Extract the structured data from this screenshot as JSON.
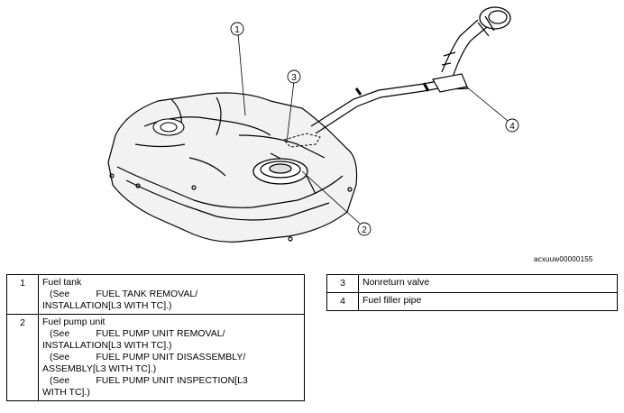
{
  "figure": {
    "reference_code": "acxuuw00000155",
    "callouts": [
      "1",
      "2",
      "3",
      "4"
    ]
  },
  "table_left": [
    {
      "num": "1",
      "lines": [
        "Fuel tank",
        "(See          FUEL TANK REMOVAL/",
        "INSTALLATION[L3 WITH TC].)"
      ]
    },
    {
      "num": "2",
      "lines": [
        "Fuel pump unit",
        "(See          FUEL PUMP UNIT REMOVAL/",
        "INSTALLATION[L3 WITH TC].)",
        "(See          FUEL PUMP UNIT DISASSEMBLY/",
        "ASSEMBLY[L3 WITH TC].)",
        "(See          FUEL PUMP UNIT INSPECTION[L3",
        "WITH TC].)"
      ]
    }
  ],
  "table_right": [
    {
      "num": "3",
      "label": "Nonreturn valve"
    },
    {
      "num": "4",
      "label": "Fuel filler pipe"
    }
  ]
}
